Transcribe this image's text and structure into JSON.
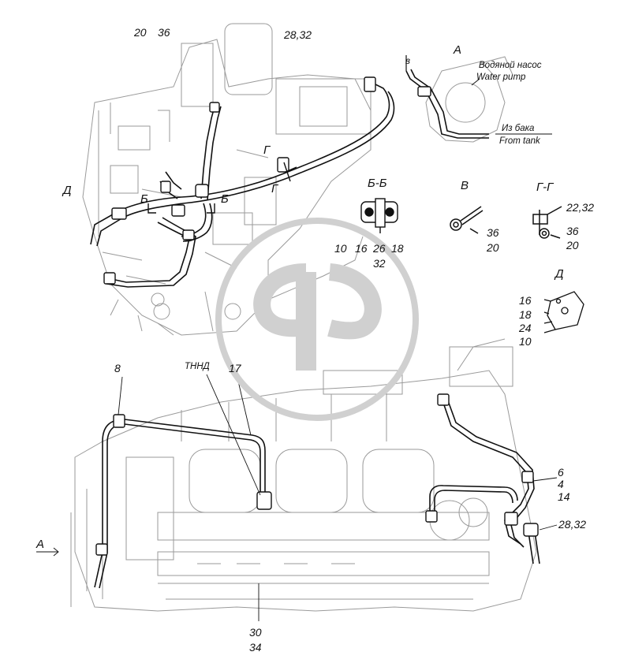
{
  "top_view": {
    "callouts": [
      "20",
      "36",
      "28,32"
    ],
    "section_marks": {
      "d": "Д",
      "b": "Б",
      "g": "Г"
    }
  },
  "view_a": {
    "title": "А",
    "arrow_label": "в",
    "water_pump_ru": "Водяной насос",
    "water_pump_en": "Water pump",
    "tank_ru": "Из бака",
    "tank_en": "From tank"
  },
  "section_bb": {
    "title": "Б-Б",
    "callouts": [
      "10",
      "16",
      "26",
      "18",
      "32"
    ]
  },
  "view_v": {
    "title": "В",
    "callouts": [
      "36",
      "20"
    ]
  },
  "section_gg": {
    "title": "Г-Г",
    "callouts": [
      "22,32",
      "36",
      "20"
    ]
  },
  "view_d": {
    "title": "Д",
    "callouts": [
      "16",
      "18",
      "24",
      "10"
    ]
  },
  "side_view": {
    "callouts": [
      "8",
      "ТННД",
      "17",
      "6",
      "4",
      "14",
      "28,32",
      "30",
      "34"
    ],
    "arrow_label": "А"
  },
  "colors": {
    "line": "#111111",
    "sketch": "#9a9a9a",
    "watermark": "#d0d0d0"
  },
  "icons": {
    "watermark": "company-logo-watermark"
  }
}
